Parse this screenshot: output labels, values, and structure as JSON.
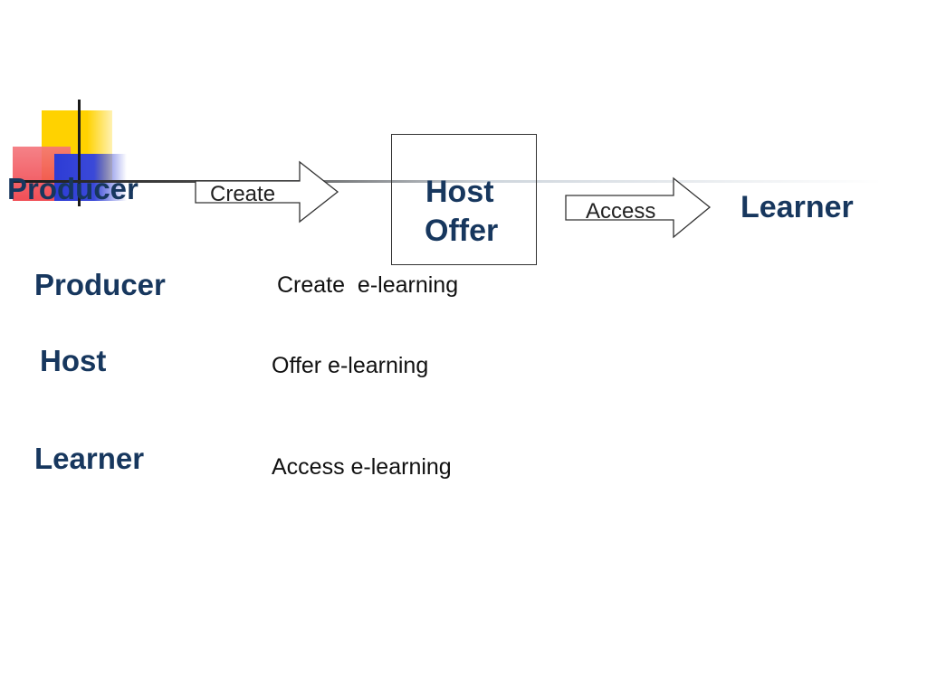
{
  "diagram": {
    "flow": {
      "producer": "Producer",
      "create_arrow": "Create",
      "host_box_line1": "Host",
      "host_box_line2": "Offer",
      "access_arrow": "Access",
      "learner": "Learner"
    },
    "rows": [
      {
        "role": "Producer",
        "action": "Create  e-learning"
      },
      {
        "role": "Host",
        "action": "Offer e-learning"
      },
      {
        "role": "Learner",
        "action": "Access e-learning"
      }
    ],
    "colors": {
      "heading": "#17375e",
      "logo_yellow": "#ffd200",
      "logo_red": "#ef3b44",
      "logo_blue": "#2d3cd6"
    }
  }
}
